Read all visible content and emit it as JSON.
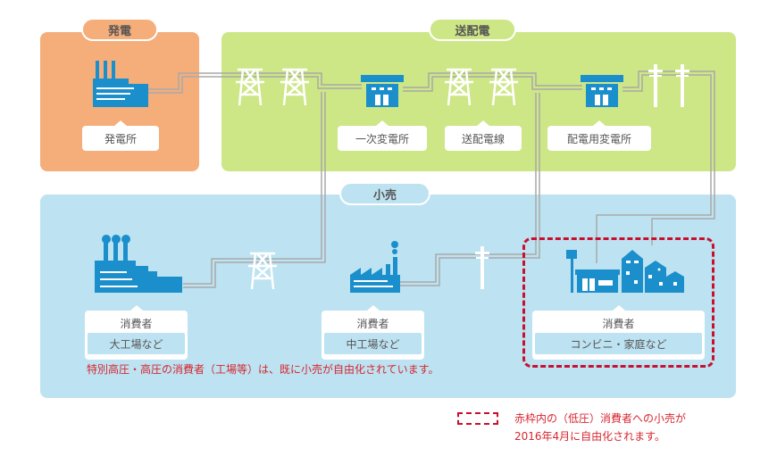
{
  "sections": {
    "generation": {
      "title": "発電"
    },
    "transmission": {
      "title": "送配電"
    },
    "retail": {
      "title": "小売"
    }
  },
  "facilities": {
    "power_plant": "発電所",
    "primary_substation": "一次変電所",
    "transmission_lines": "送配電線",
    "distribution_substation": "配電用変電所"
  },
  "consumers": [
    {
      "type": "消費者",
      "examples": "大工場など"
    },
    {
      "type": "消費者",
      "examples": "中工場など"
    },
    {
      "type": "消費者",
      "examples": "コンビニ・家庭など"
    }
  ],
  "notes": {
    "already_liberalized": "特別高圧・高圧の消費者（工場等）は、既に小売が自由化されています。",
    "legend_line1": "赤枠内の（低圧）消費者への小売が",
    "legend_line2": "2016年4月に自由化されます。"
  },
  "colors": {
    "generation_bg": "#f5ad7a",
    "transmission_bg": "#cde686",
    "retail_bg": "#bde2f1",
    "icon_blue": "#1a8fcc",
    "highlight_red": "#c8102e",
    "note_red": "#d7262f"
  }
}
